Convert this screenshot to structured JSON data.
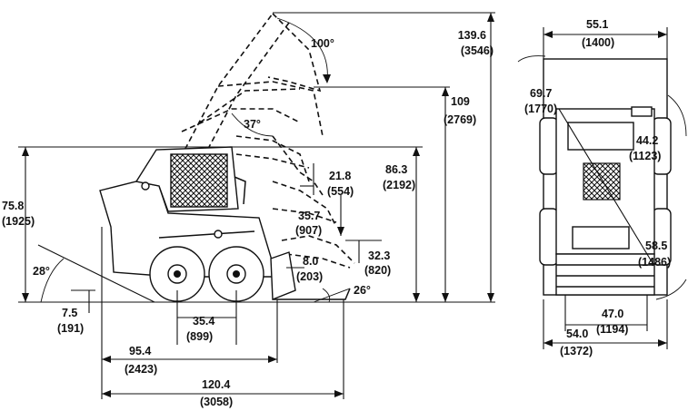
{
  "side_view": {
    "height_hinge": {
      "in": "139.6",
      "mm": "(3546)"
    },
    "dump_angle": "100°",
    "height_dump": {
      "in": "109",
      "mm": "(2769)"
    },
    "angle_37": "37°",
    "height_overall": {
      "in": "86.3",
      "mm": "(2192)"
    },
    "dump_reach": {
      "in": "21.8",
      "mm": "(554)"
    },
    "dump_height": {
      "in": "35.7",
      "mm": "(907)"
    },
    "bucket_width": {
      "in": "32.3",
      "mm": "(820)"
    },
    "bucket_height": {
      "in": "8.0",
      "mm": "(203)"
    },
    "rollback_angle": "26°",
    "cab_height": {
      "in": "75.8",
      "mm": "(1925)"
    },
    "departure_angle": "28°",
    "ground_clearance": {
      "in": "7.5",
      "mm": "(191)"
    },
    "wheelbase": {
      "in": "35.4",
      "mm": "(899)"
    },
    "length_no_bucket": {
      "in": "95.4",
      "mm": "(2423)"
    },
    "length_with_bucket": {
      "in": "120.4",
      "mm": "(3058)"
    }
  },
  "top_view": {
    "overall_width": {
      "in": "55.1",
      "mm": "(1400)"
    },
    "turning_radius_front": {
      "in": "69.7",
      "mm": "(1770)"
    },
    "turning_radius_side": {
      "in": "44.2",
      "mm": "(1123)"
    },
    "turning_radius_diag": {
      "in": "58.5",
      "mm": "(1486)"
    },
    "track_width": {
      "in": "47.0",
      "mm": "(1194)"
    },
    "width_tires": {
      "in": "54.0",
      "mm": "(1372)"
    }
  }
}
